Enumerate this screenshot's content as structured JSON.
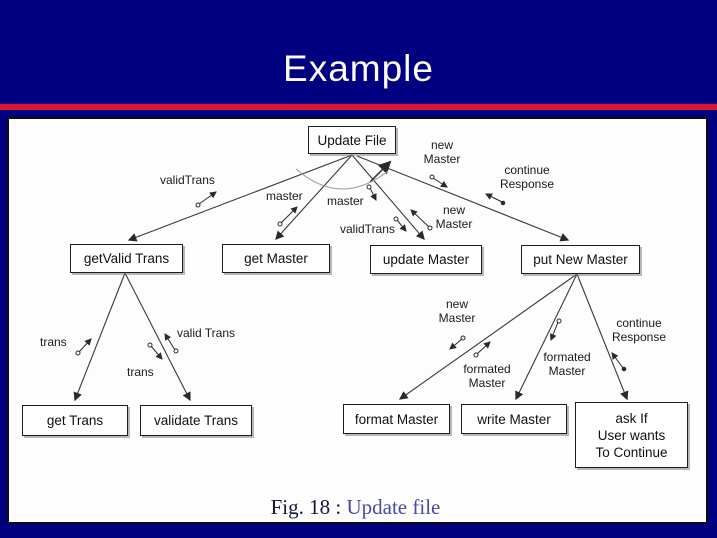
{
  "slide": {
    "title": "Example"
  },
  "caption": {
    "fig_label": "Fig. 18 :",
    "fig_title": "Update file"
  },
  "diagram": {
    "boxes": {
      "update_file": "Update File",
      "getvalid_trans": "getValid Trans",
      "get_master": "get Master",
      "update_master": "update Master",
      "put_new_master": "put New Master",
      "get_trans": "get Trans",
      "validate_trans": "validate Trans",
      "format_master": "format Master",
      "write_master": "write Master",
      "ask_if": "ask If\nUser wants\nTo Continue"
    },
    "flow_labels": {
      "valid_trans_1": "validTrans",
      "master_1": "master",
      "master_2": "master",
      "valid_trans_2": "validTrans",
      "new_master_1": "new\nMaster",
      "continue_response_1": "continue\nResponse",
      "new_master_2": "new\nMaster",
      "trans_1": "trans",
      "valid_trans_3": "valid Trans",
      "trans_2": "trans",
      "new_master_3": "new\nMaster",
      "formated_master_1": "formated\nMaster",
      "formated_master_2": "formated\nMaster",
      "continue_response_2": "continue\nResponse"
    }
  },
  "colors": {
    "background": "#000080",
    "rule": "#e01231",
    "title_text": "#fbfbf0",
    "caption_accent": "#4a4aa2"
  }
}
